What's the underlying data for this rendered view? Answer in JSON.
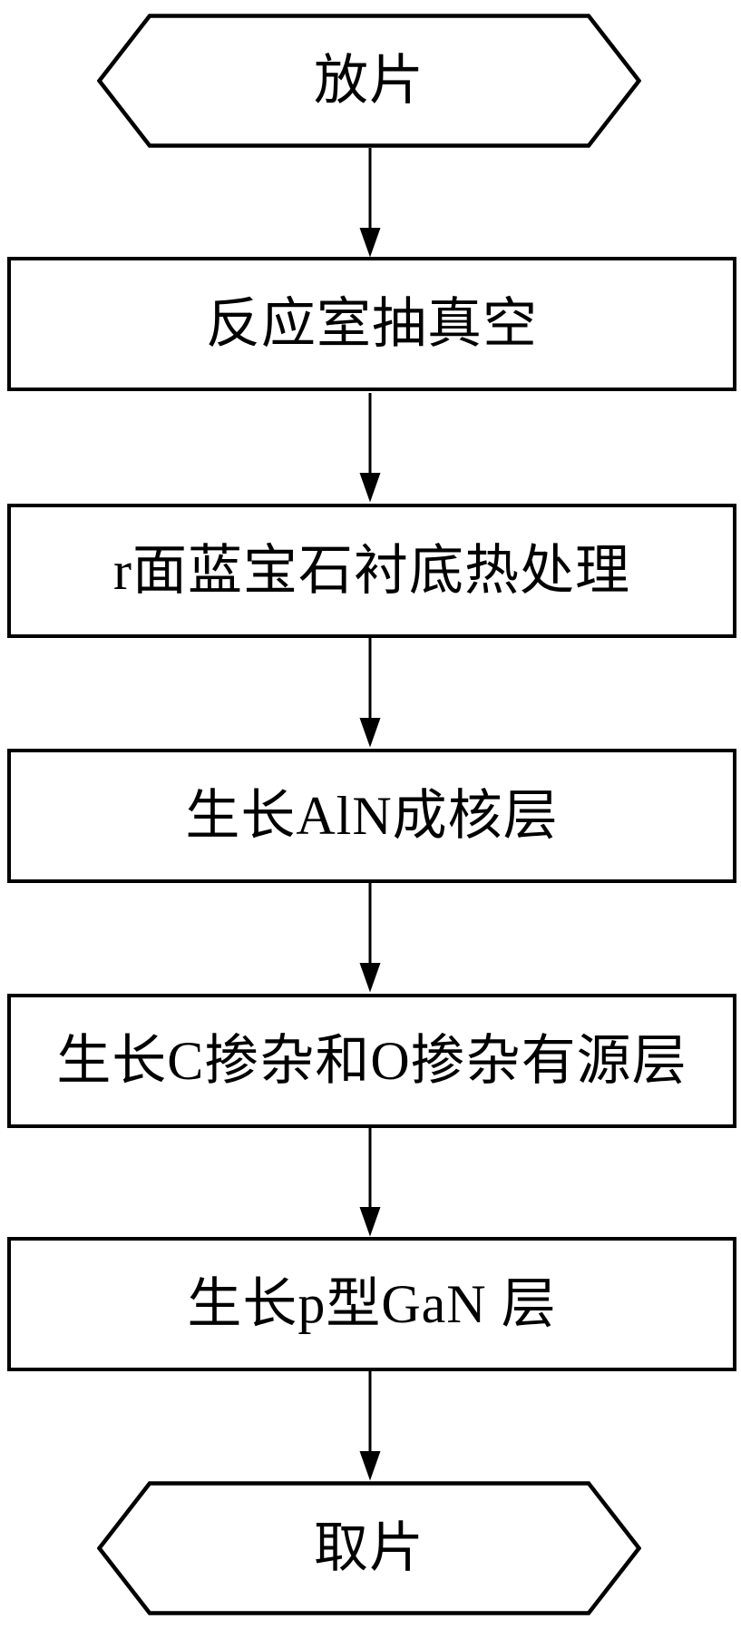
{
  "flowchart": {
    "title": "MOCVD epitaxial growth process flow",
    "direction": "top-to-bottom",
    "connector": {
      "style": "solid-line",
      "arrowhead": "filled-triangle-down"
    },
    "colors": {
      "stroke": "#000000",
      "fill": "#ffffff",
      "text": "#000000",
      "background": "#ffffff"
    },
    "nodes": [
      {
        "id": "start",
        "type": "terminal-hexagon",
        "label": "放片"
      },
      {
        "id": "step-1",
        "type": "process-rect",
        "label": "反应室抽真空"
      },
      {
        "id": "step-2",
        "type": "process-rect",
        "label": "r面蓝宝石衬底热处理"
      },
      {
        "id": "step-3",
        "type": "process-rect",
        "label": "生长AlN成核层"
      },
      {
        "id": "step-4",
        "type": "process-rect",
        "label": "生长C掺杂和O掺杂有源层"
      },
      {
        "id": "step-5",
        "type": "process-rect",
        "label": "生长p型GaN 层"
      },
      {
        "id": "end",
        "type": "terminal-hexagon",
        "label": "取片"
      }
    ],
    "edges": [
      {
        "from": "start",
        "to": "step-1"
      },
      {
        "from": "step-1",
        "to": "step-2"
      },
      {
        "from": "step-2",
        "to": "step-3"
      },
      {
        "from": "step-3",
        "to": "step-4"
      },
      {
        "from": "step-4",
        "to": "step-5"
      },
      {
        "from": "step-5",
        "to": "end"
      }
    ]
  }
}
